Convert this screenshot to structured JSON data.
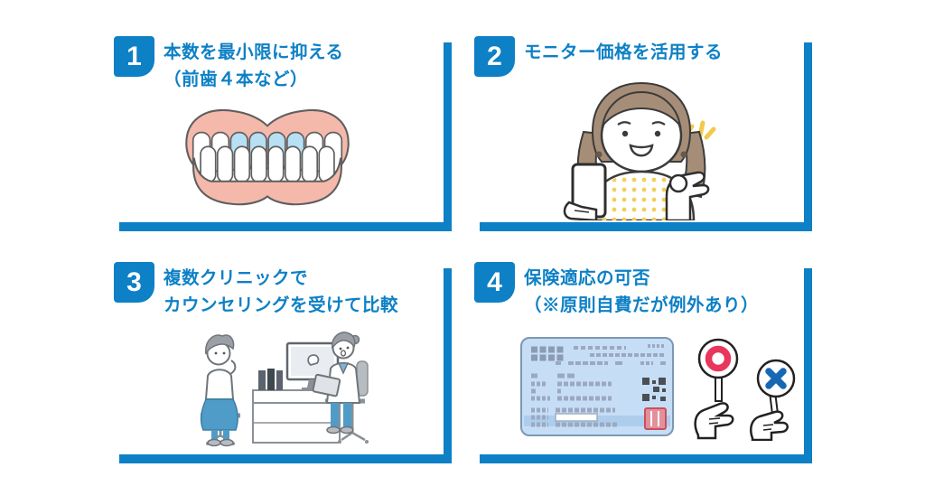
{
  "page": {
    "background_color": "#ffffff",
    "accent_color": "#0d80c6"
  },
  "panels": [
    {
      "number": "1",
      "title_lines": [
        "本数を最小限に抑える",
        "（前歯４本など）"
      ],
      "illustration": "teeth-four-front-highlighted"
    },
    {
      "number": "2",
      "title_lines": [
        "モニター価格を活用する"
      ],
      "illustration": "woman-holding-smartphone-ok-sign"
    },
    {
      "number": "3",
      "title_lines": [
        "複数クリニックで",
        "カウンセリングを受けて比較"
      ],
      "illustration": "patient-doctor-consultation"
    },
    {
      "number": "4",
      "title_lines": [
        "保険適応の可否",
        "（※原則自費だが例外あり）"
      ],
      "illustration": "insurance-card-with-ok-ng-paddles"
    }
  ]
}
